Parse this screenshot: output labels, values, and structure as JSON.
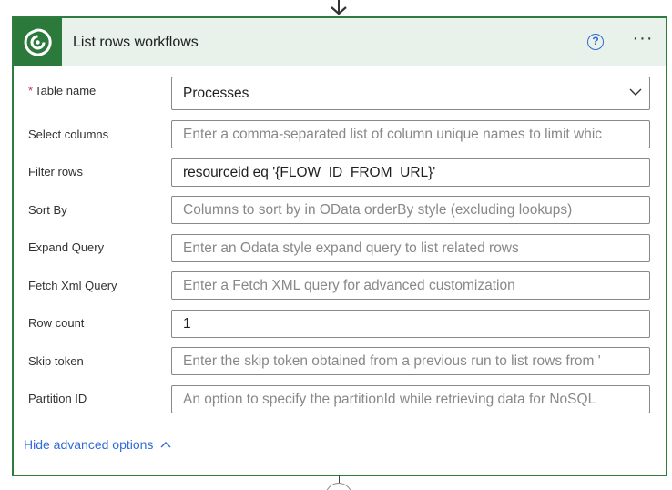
{
  "card": {
    "title": "List rows workflows",
    "help_icon": "question-circle-icon",
    "more_icon": "more-ellipsis-icon",
    "brand_color": "#2c7a3b",
    "header_bg": "#e8f1ea"
  },
  "fields": {
    "table_name": {
      "label": "Table name",
      "required": "*",
      "value": "Processes"
    },
    "select_columns": {
      "label": "Select columns",
      "placeholder": "Enter a comma-separated list of column unique names to limit whic"
    },
    "filter_rows": {
      "label": "Filter rows",
      "value": "resourceid eq '{FLOW_ID_FROM_URL}'"
    },
    "sort_by": {
      "label": "Sort By",
      "placeholder": "Columns to sort by in OData orderBy style (excluding lookups)"
    },
    "expand_query": {
      "label": "Expand Query",
      "placeholder": "Enter an Odata style expand query to list related rows"
    },
    "fetch_xml": {
      "label": "Fetch Xml Query",
      "placeholder": "Enter a Fetch XML query for advanced customization"
    },
    "row_count": {
      "label": "Row count",
      "value": "1"
    },
    "skip_token": {
      "label": "Skip token",
      "placeholder": "Enter the skip token obtained from a previous run to list rows from '"
    },
    "partition_id": {
      "label": "Partition ID",
      "placeholder": "An option to specify the partitionId while retrieving data for NoSQL"
    }
  },
  "footer": {
    "hide_advanced": "Hide advanced options"
  }
}
